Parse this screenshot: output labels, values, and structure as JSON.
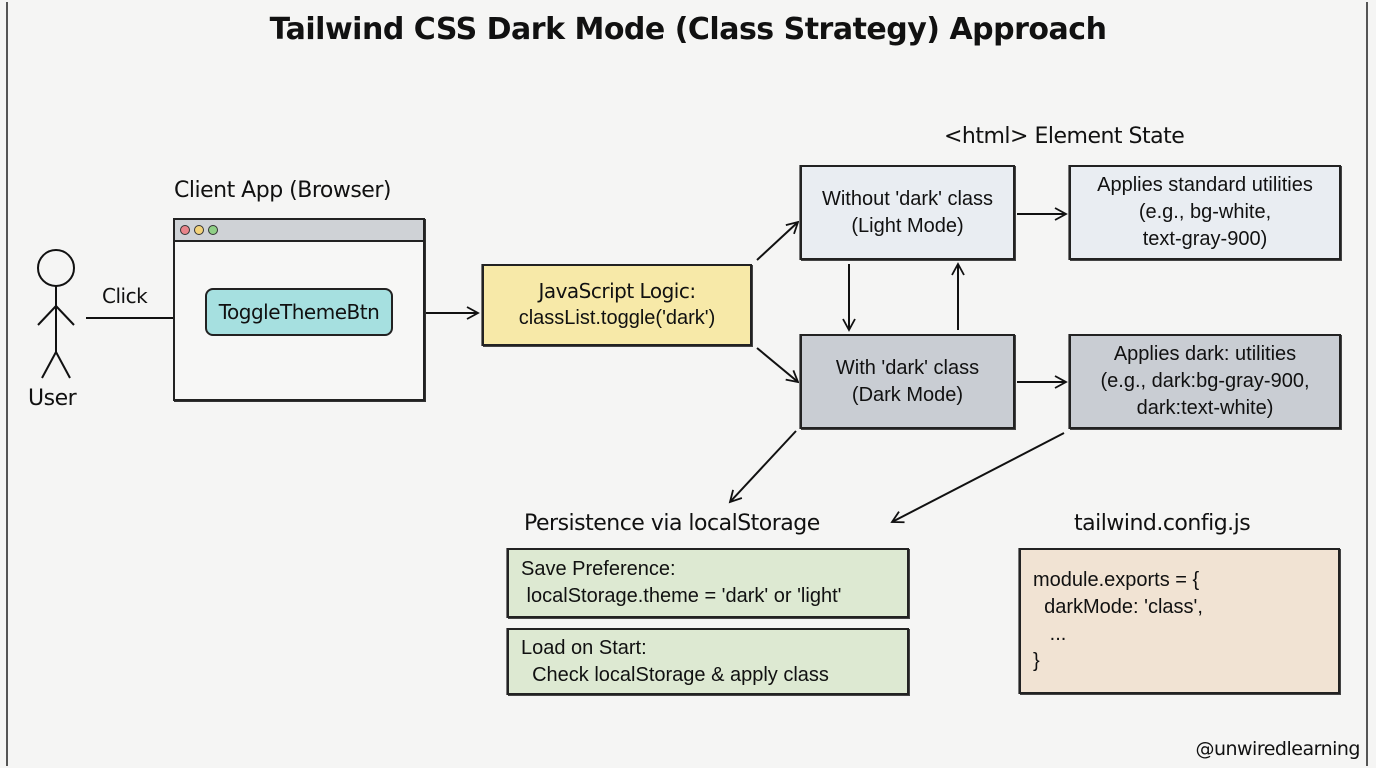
{
  "title": "Tailwind CSS Dark Mode (Class Strategy) Approach",
  "colors": {
    "js_box": "#f7e9a8",
    "light_box": "#e9edf2",
    "dark_box": "#c9cdd3",
    "persistence_box": "#dde9d2",
    "config_box": "#f1e3d3",
    "toggle_button": "#a6e0e0",
    "dot_red": "#e8848a",
    "dot_yellow": "#f2d27a",
    "dot_green": "#8fcf86"
  },
  "user": {
    "label": "User",
    "action_label": "Click",
    "icon": "stick-figure-icon"
  },
  "client_app": {
    "label": "Client App (Browser)",
    "window_controls": [
      "close-dot",
      "minimize-dot",
      "maximize-dot"
    ],
    "button_label": "ToggleThemeBtn"
  },
  "js_logic": {
    "lines": [
      "JavaScript Logic:",
      "classList.toggle('dark')"
    ]
  },
  "html_state": {
    "label": "<html> Element State",
    "light": {
      "lines": [
        "Without 'dark' class",
        "(Light Mode)"
      ]
    },
    "dark": {
      "lines": [
        "With 'dark' class",
        "(Dark Mode)"
      ]
    }
  },
  "utilities": {
    "standard": {
      "lines": [
        "Applies standard utilities",
        "(e.g., bg-white,",
        "text-gray-900)"
      ]
    },
    "dark": {
      "lines": [
        "Applies dark: utilities",
        "(e.g., dark:bg-gray-900,",
        "dark:text-white)"
      ]
    }
  },
  "persistence": {
    "label": "Persistence via localStorage",
    "save": {
      "lines": [
        "Save Preference:",
        " localStorage.theme = 'dark' or 'light'"
      ]
    },
    "load": {
      "lines": [
        "Load on Start:",
        "  Check localStorage & apply class"
      ]
    }
  },
  "config": {
    "label": "tailwind.config.js",
    "lines": [
      "module.exports = {",
      "  darkMode: 'class',",
      "   ...",
      "}"
    ]
  },
  "watermark": "@unwiredlearning"
}
